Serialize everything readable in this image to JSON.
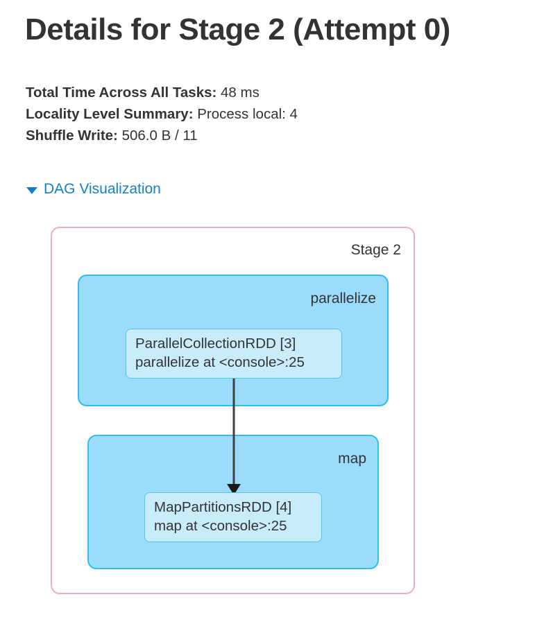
{
  "header": {
    "title": "Details for Stage 2 (Attempt 0)"
  },
  "summary": {
    "rows": [
      {
        "label": "Total Time Across All Tasks:",
        "value": "48 ms"
      },
      {
        "label": "Locality Level Summary:",
        "value": "Process local: 4"
      },
      {
        "label": "Shuffle Write:",
        "value": "506.0 B / 11"
      }
    ]
  },
  "dag_section": {
    "toggle_label": "DAG Visualization",
    "toggle_icon": "caret-down-icon",
    "expanded": true,
    "link_color": "#0f82c8"
  },
  "dag": {
    "stage_cluster": {
      "label": "Stage 2",
      "border_color": "#f8a8c0"
    },
    "op_clusters": [
      {
        "label": "parallelize",
        "fill_color": "#9bdcfd",
        "border_color": "#31bbf3",
        "node": {
          "line1": "ParallelCollectionRDD [3]",
          "line2": "parallelize at <console>:25",
          "fill_color": "#c9ecfb",
          "border_color": "#4cc3f5"
        }
      },
      {
        "label": "map",
        "fill_color": "#9bdcfd",
        "border_color": "#31bbf3",
        "node": {
          "line1": "MapPartitionsRDD [4]",
          "line2": "map at <console>:25",
          "fill_color": "#c9ecfb",
          "border_color": "#4cc3f5"
        }
      }
    ],
    "edge": {
      "from": "ParallelCollectionRDD [3]",
      "to": "MapPartitionsRDD [4]",
      "color": "#404040"
    }
  }
}
